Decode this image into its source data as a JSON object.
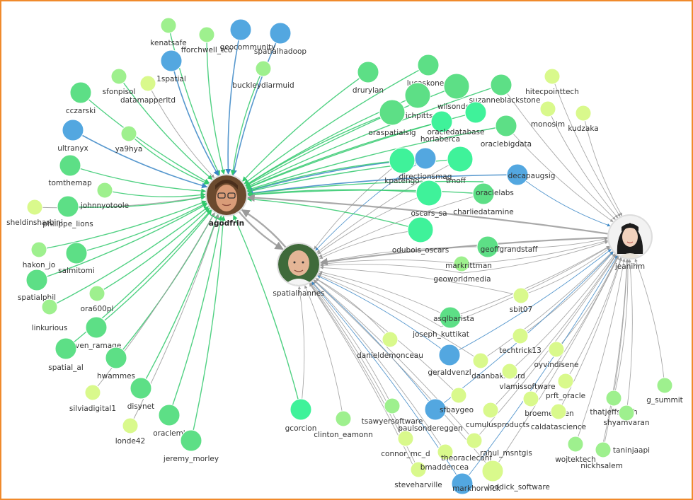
{
  "graph": {
    "hubs": [
      {
        "id": "agodfrin",
        "label": "agodfrin",
        "avatar": "person-glasses"
      },
      {
        "id": "spatialhannes",
        "label": "spatialhannes",
        "avatar": "person-bald"
      },
      {
        "id": "jeanihm",
        "label": "jeanihm",
        "avatar": "person-woman"
      }
    ],
    "colors": {
      "dark": "#3ff29a",
      "mid": "#5ddf86",
      "light": "#9ef08e",
      "pale": "#d9f98c",
      "blue": "#53a7e0",
      "edge_green": "#32c96d",
      "edge_blue": "#3a86c6",
      "edge_gray": "#9a9a9a"
    },
    "nodes": [
      {
        "label": "kenatsafe",
        "color": "light"
      },
      {
        "label": "fforchwell_tco",
        "color": "light"
      },
      {
        "label": "geocommunity",
        "color": "blue"
      },
      {
        "label": "spatialhadoop",
        "color": "blue"
      },
      {
        "label": "1spatial",
        "color": "blue"
      },
      {
        "label": "buckleydiarmuid",
        "color": "light"
      },
      {
        "label": "sfonpisol",
        "color": "light"
      },
      {
        "label": "datamapperltd",
        "color": "pale"
      },
      {
        "label": "cczarski",
        "color": "mid"
      },
      {
        "label": "ultranyx",
        "color": "blue"
      },
      {
        "label": "ya9hya",
        "color": "light"
      },
      {
        "label": "tomthemap",
        "color": "mid"
      },
      {
        "label": "johnnyotoole",
        "color": "light"
      },
      {
        "label": "sheldinsharbini",
        "color": "pale"
      },
      {
        "label": "philippe_lions",
        "color": "mid"
      },
      {
        "label": "hakon_jo",
        "color": "light"
      },
      {
        "label": "salmitomi",
        "color": "mid"
      },
      {
        "label": "spatialphil",
        "color": "mid"
      },
      {
        "label": "ora600pl",
        "color": "light"
      },
      {
        "label": "linkurious",
        "color": "light"
      },
      {
        "label": "sven_ramage",
        "color": "mid"
      },
      {
        "label": "spatial_al",
        "color": "mid"
      },
      {
        "label": "hwammes",
        "color": "mid"
      },
      {
        "label": "silviadigital1",
        "color": "pale"
      },
      {
        "label": "disynet",
        "color": "mid"
      },
      {
        "label": "londe42",
        "color": "pale"
      },
      {
        "label": "oraclemi",
        "color": "mid"
      },
      {
        "label": "jeremy_morley",
        "color": "mid"
      },
      {
        "label": "gcorcion",
        "color": "dark"
      },
      {
        "label": "clinton_eamonn",
        "color": "light"
      },
      {
        "label": "drurylan",
        "color": "mid"
      },
      {
        "label": "lucaskone",
        "color": "mid"
      },
      {
        "label": "richpitts",
        "color": "mid"
      },
      {
        "label": "wilsonde",
        "color": "mid"
      },
      {
        "label": "oraspatialsig",
        "color": "mid"
      },
      {
        "label": "oracledatabase",
        "color": "dark"
      },
      {
        "label": "suzanneblackstone",
        "color": "mid"
      },
      {
        "label": "oraclebigdata",
        "color": "mid"
      },
      {
        "label": "hitecpointtech",
        "color": "pale"
      },
      {
        "label": "monosim",
        "color": "pale"
      },
      {
        "label": "kudzaka",
        "color": "pale"
      },
      {
        "label": "horiaberca",
        "color": "dark"
      },
      {
        "label": "directionsmag",
        "color": "blue"
      },
      {
        "label": "kpatengo",
        "color": "dark"
      },
      {
        "label": "tmoff",
        "color": "dark"
      },
      {
        "label": "decapaugsig",
        "color": "blue"
      },
      {
        "label": "oscars_sa",
        "color": "dark"
      },
      {
        "label": "charliedatamine",
        "color": "mid"
      },
      {
        "label": "oraclelabs",
        "color": "light"
      },
      {
        "label": "odubois_oscars",
        "color": "dark"
      },
      {
        "label": "geoffgrandstaff",
        "color": "mid"
      },
      {
        "label": "markrittman",
        "color": "light"
      },
      {
        "label": "geoworldmedia",
        "color": "pale"
      },
      {
        "label": "asqlbarista",
        "color": "mid"
      },
      {
        "label": "sbit07",
        "color": "pale"
      },
      {
        "label": "joseph_kuttikat",
        "color": "light"
      },
      {
        "label": "danieldemonceau",
        "color": "pale"
      },
      {
        "label": "geraldvenzl",
        "color": "blue"
      },
      {
        "label": "techtrick13",
        "color": "pale"
      },
      {
        "label": "oyvindisene",
        "color": "pale"
      },
      {
        "label": "daanbakboord",
        "color": "pale"
      },
      {
        "label": "vlamissoftware",
        "color": "pale"
      },
      {
        "label": "prft_oracle",
        "color": "pale"
      },
      {
        "label": "tsawyersoftware",
        "color": "light"
      },
      {
        "label": "sfbaygeo",
        "color": "blue"
      },
      {
        "label": "paulsondereggen",
        "color": "pale"
      },
      {
        "label": "cumulusproducts",
        "color": "pale"
      },
      {
        "label": "broemersven",
        "color": "pale"
      },
      {
        "label": "caldatascience",
        "color": "pale"
      },
      {
        "label": "connor_mc_d",
        "color": "pale"
      },
      {
        "label": "theoracleconf",
        "color": "pale"
      },
      {
        "label": "rahul_msntgis",
        "color": "pale"
      },
      {
        "label": "bmaddencea",
        "color": "pale"
      },
      {
        "label": "steveharville",
        "color": "pale"
      },
      {
        "label": "markhorwick",
        "color": "blue"
      },
      {
        "label": "ioddick_software",
        "color": "pale"
      },
      {
        "label": "thatjeffsmith",
        "color": "light"
      },
      {
        "label": "shyamvaran",
        "color": "light"
      },
      {
        "label": "g_summit",
        "color": "light"
      },
      {
        "label": "taninjaapi",
        "color": "light"
      },
      {
        "label": "wojtektech",
        "color": "light"
      },
      {
        "label": "nickhsalem",
        "color": "light"
      }
    ]
  }
}
